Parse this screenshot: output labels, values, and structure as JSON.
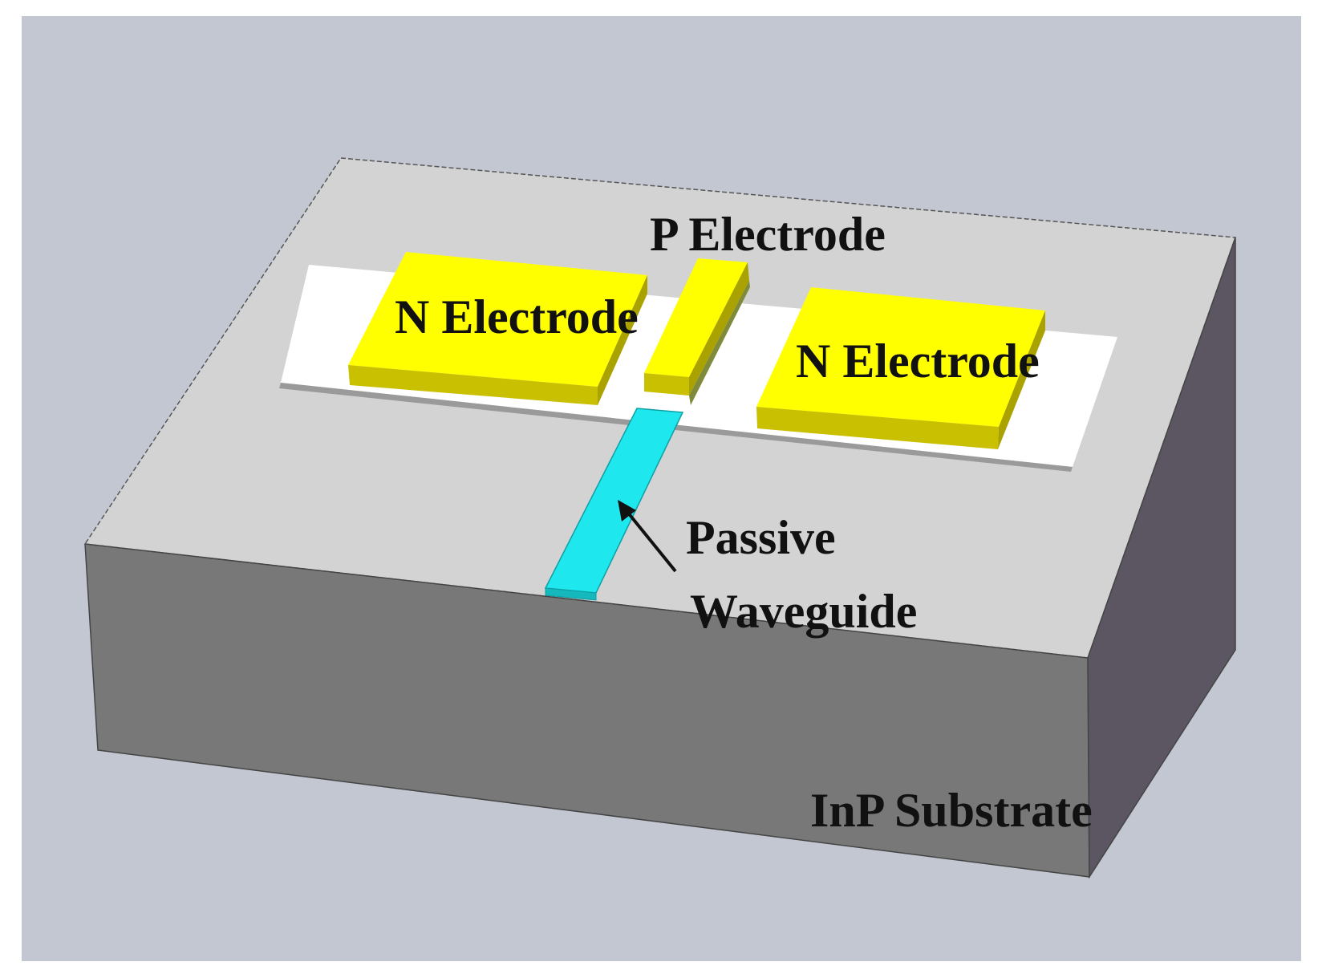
{
  "labels": {
    "p_electrode": "P Electrode",
    "n_electrode_left": "N Electrode",
    "n_electrode_right": "N Electrode",
    "passive_line1": "Passive",
    "passive_line2": "Waveguide",
    "substrate": "InP Substrate"
  },
  "colors": {
    "background": "#c3c7d2",
    "substrate_top": "#d3d3d3",
    "substrate_front": "#787878",
    "substrate_side": "#5b5661",
    "electrode_strip": "#ffffff",
    "gold_top": "#ffff00",
    "gold_side": "#c8c000",
    "waveguide": "#1ee8ee"
  }
}
